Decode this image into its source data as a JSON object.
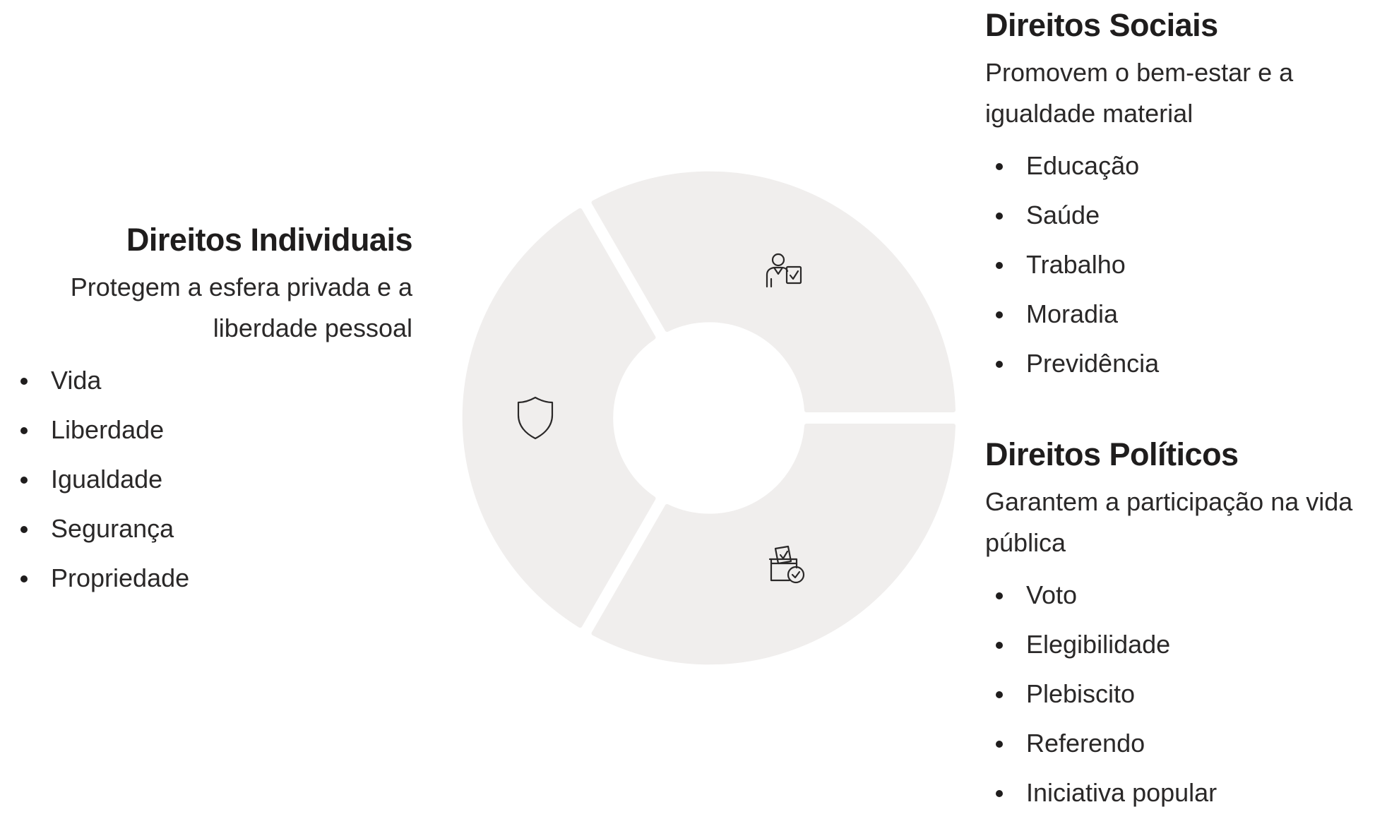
{
  "colors": {
    "segment_fill": "#f0eeed",
    "icon_stroke": "#2a2828",
    "text": "#1f1d1d"
  },
  "segments": [
    {
      "key": "individuais",
      "icon": "shield-icon"
    },
    {
      "key": "sociais",
      "icon": "person-checkbox-icon"
    },
    {
      "key": "politicos",
      "icon": "ballot-box-icon"
    }
  ],
  "individuais": {
    "title": "Direitos Individuais",
    "description": "Protegem a esfera privada e a liberdade pessoal",
    "items": [
      "Vida",
      "Liberdade",
      "Igualdade",
      "Segurança",
      "Propriedade"
    ]
  },
  "sociais": {
    "title": "Direitos Sociais",
    "description": "Promovem o bem-estar e a igualdade material",
    "items": [
      "Educação",
      "Saúde",
      "Trabalho",
      "Moradia",
      "Previdência"
    ]
  },
  "politicos": {
    "title": "Direitos Políticos",
    "description": "Garantem a participação na vida pública",
    "items": [
      "Voto",
      "Elegibilidade",
      "Plebiscito",
      "Referendo",
      "Iniciativa popular"
    ]
  }
}
